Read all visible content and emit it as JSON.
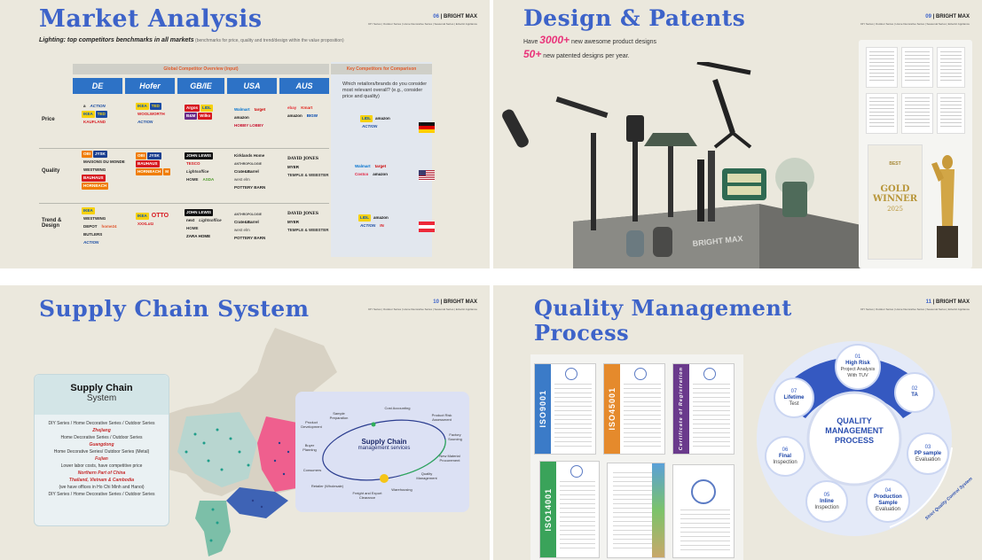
{
  "slide1": {
    "title": "Market Analysis",
    "brand_page": "06",
    "brand_name": "BRIGHT MAX",
    "brand_nav": "DIY Series | Outdoor Series | Home Decorative Series | Seasonal Series | Eclectic Appliance",
    "subtitle_bold": "Lighting: top competitors benchmarks in all markets",
    "subtitle_rest": " (benchmarks for price, quality and trend/design within the value proposition)",
    "overview_label": "Global Competitor Overview (input)",
    "key_label": "Key Competitors for Comparison",
    "countries": [
      "DE",
      "Hofer",
      "GB/IE",
      "USA",
      "AUS"
    ],
    "rows": [
      "Price",
      "Quality",
      "Trend & Design"
    ],
    "question": "Which retailors/brands do you consider most relevant overall? (e.g., consider price and quality)",
    "price_logos": {
      "de": [
        "ACTION",
        "IKEA",
        "TED",
        "KAUFLAND"
      ],
      "hofer": [
        "IKEA",
        "TED",
        "WOOLWORTH",
        "ACTION"
      ],
      "gb": [
        "Argos",
        "LIDL",
        "B&M",
        "Wilko"
      ],
      "usa": [
        "Walmart",
        "target",
        "amazon",
        "HOBBY LOBBY"
      ],
      "aus": [
        "ebay",
        "Kmart",
        "amazon",
        "BIGW"
      ]
    },
    "quality_logos": {
      "de": [
        "OBI",
        "JYSK",
        "MAISONS DU MONDE",
        "WESTWING",
        "BAUHAUS",
        "HORNBACH"
      ],
      "hofer": [
        "OBI",
        "JYSK",
        "BAUHAUS",
        "HORNBACH",
        "M"
      ],
      "gb": [
        "JOHN LEWIS",
        "TESCO",
        "Lightsoffice",
        "HOME",
        "ASDA"
      ],
      "usa": [
        "Kirklands Home",
        "ANTHROPOLOGIE",
        "Crate&Barrel",
        "west elm",
        "POTTERY BARN"
      ],
      "aus": [
        "DAVID JONES",
        "MYER",
        "TEMPLE & WEBSTER"
      ]
    },
    "trend_logos": {
      "de": [
        "IKEA",
        "WESTWING",
        "DEPOT",
        "home24",
        "BUTLERS",
        "ACTION"
      ],
      "hofer": [
        "IKEA",
        "OTTO",
        "XXXLutz"
      ],
      "gb": [
        "JOHN LEWIS",
        "next",
        "Lightsoffice",
        "HOME",
        "ZARA HOME"
      ],
      "usa": [
        "ANTHROPOLOGIE",
        "Crate&Barrel",
        "west elm",
        "POTTERY BARN"
      ],
      "aus": [
        "DAVID JONES",
        "MYER",
        "TEMPLE & WEBSTER"
      ]
    },
    "key_logos_price": [
      "LIDL",
      "amazon",
      "ACTION"
    ],
    "key_logos_quality": [
      "Walmart",
      "target",
      "Costco",
      "amazon"
    ],
    "key_logos_trend": [
      "LIDL",
      "amazon",
      "ACTION",
      "IN"
    ],
    "colors": {
      "blue": "#2d72c6",
      "orange": "#e05a2a",
      "title": "#3d63c9"
    }
  },
  "slide2": {
    "title": "Design & Patents",
    "brand_page": "09",
    "brand_name": "BRIGHT MAX",
    "brand_nav": "DIY Series | Outdoor Series | Home Decorative Series | Seasonal Series | Eclectic Appliance",
    "line1_pre": "Have ",
    "line1_num": "3000+",
    "line1_post": " new awesome product designs",
    "line2_num": "50+",
    "line2_post": " new patented designs per year.",
    "pedestal_label": "BRIGHT MAX",
    "award_top": "BEST",
    "award_main": "GOLD WINNER",
    "award_year": "2025",
    "accent": "#e9347a"
  },
  "slide3": {
    "title": "Supply Chain System",
    "brand_page": "10",
    "brand_name": "BRIGHT MAX",
    "brand_nav": "DIY Series | Outdoor Series | Home Decorative Series | Seasonal Series | Eclectic Appliance",
    "box_title_1": "Supply Chain",
    "box_title_2": "System",
    "lines": [
      {
        "text": "DIY Series / Home Decorative Series / Outdoor Series",
        "red": false
      },
      {
        "text": "Zhejiang",
        "red": true
      },
      {
        "text": "Home Decorative Series / Outdoor Series",
        "red": false
      },
      {
        "text": "Guangdong",
        "red": true
      },
      {
        "text": "Home Decorative Series/ Outdoor Series (Metal)",
        "red": false
      },
      {
        "text": "Fujian",
        "red": true
      },
      {
        "text": "Lower labor costs, have competitive price",
        "red": false
      },
      {
        "text": "Northern Part of China",
        "red": true
      },
      {
        "text": "Thailand, Vietnam & Cambodia",
        "red": true
      },
      {
        "text": "(we have offices in Ho Chi Minh and Hanoi)",
        "red": false
      },
      {
        "text": "DIY Series / Home Decorative Series / Outdoor Series",
        "red": false
      }
    ],
    "services_title_1": "Supply Chain",
    "services_title_2": "management services",
    "service_nodes": [
      "Sample Preparation",
      "Cost Accounting",
      "Product Risk Assessment",
      "Factory Sourcing",
      "New Material Procurement",
      "Quality Management",
      "Warehousing",
      "Freight and Export Clearance",
      "Retailer (Wholesale)",
      "Consumers",
      "Buyer Planning",
      "Product Development"
    ]
  },
  "slide4": {
    "title_1": "Quality Management",
    "title_2": "Process",
    "brand_page": "11",
    "brand_name": "BRIGHT MAX",
    "brand_nav": "DIY Series | Outdoor Series | Home Decorative Series | Seasonal Series | Eclectic Appliance",
    "certs": [
      "ISO9001",
      "ISO45001",
      "Certificate of Registration",
      "ISO14001"
    ],
    "center_1": "QUALITY",
    "center_2": "MANAGEMENT",
    "center_3": "PROCESS",
    "steps": [
      {
        "n": "01",
        "t": "High Risk",
        "s": "Project Analysis With TUV"
      },
      {
        "n": "02",
        "t": "TA",
        "s": ""
      },
      {
        "n": "03",
        "t": "PP sample",
        "s": "Evaluation"
      },
      {
        "n": "04",
        "t": "Production Sample",
        "s": "Evaluation"
      },
      {
        "n": "05",
        "t": "Inline",
        "s": "Inspection"
      },
      {
        "n": "06",
        "t": "Final",
        "s": "Inspection"
      },
      {
        "n": "07",
        "t": "Lifetime",
        "s": "Test"
      }
    ],
    "ring_caption": "Strict Quality Control System"
  }
}
